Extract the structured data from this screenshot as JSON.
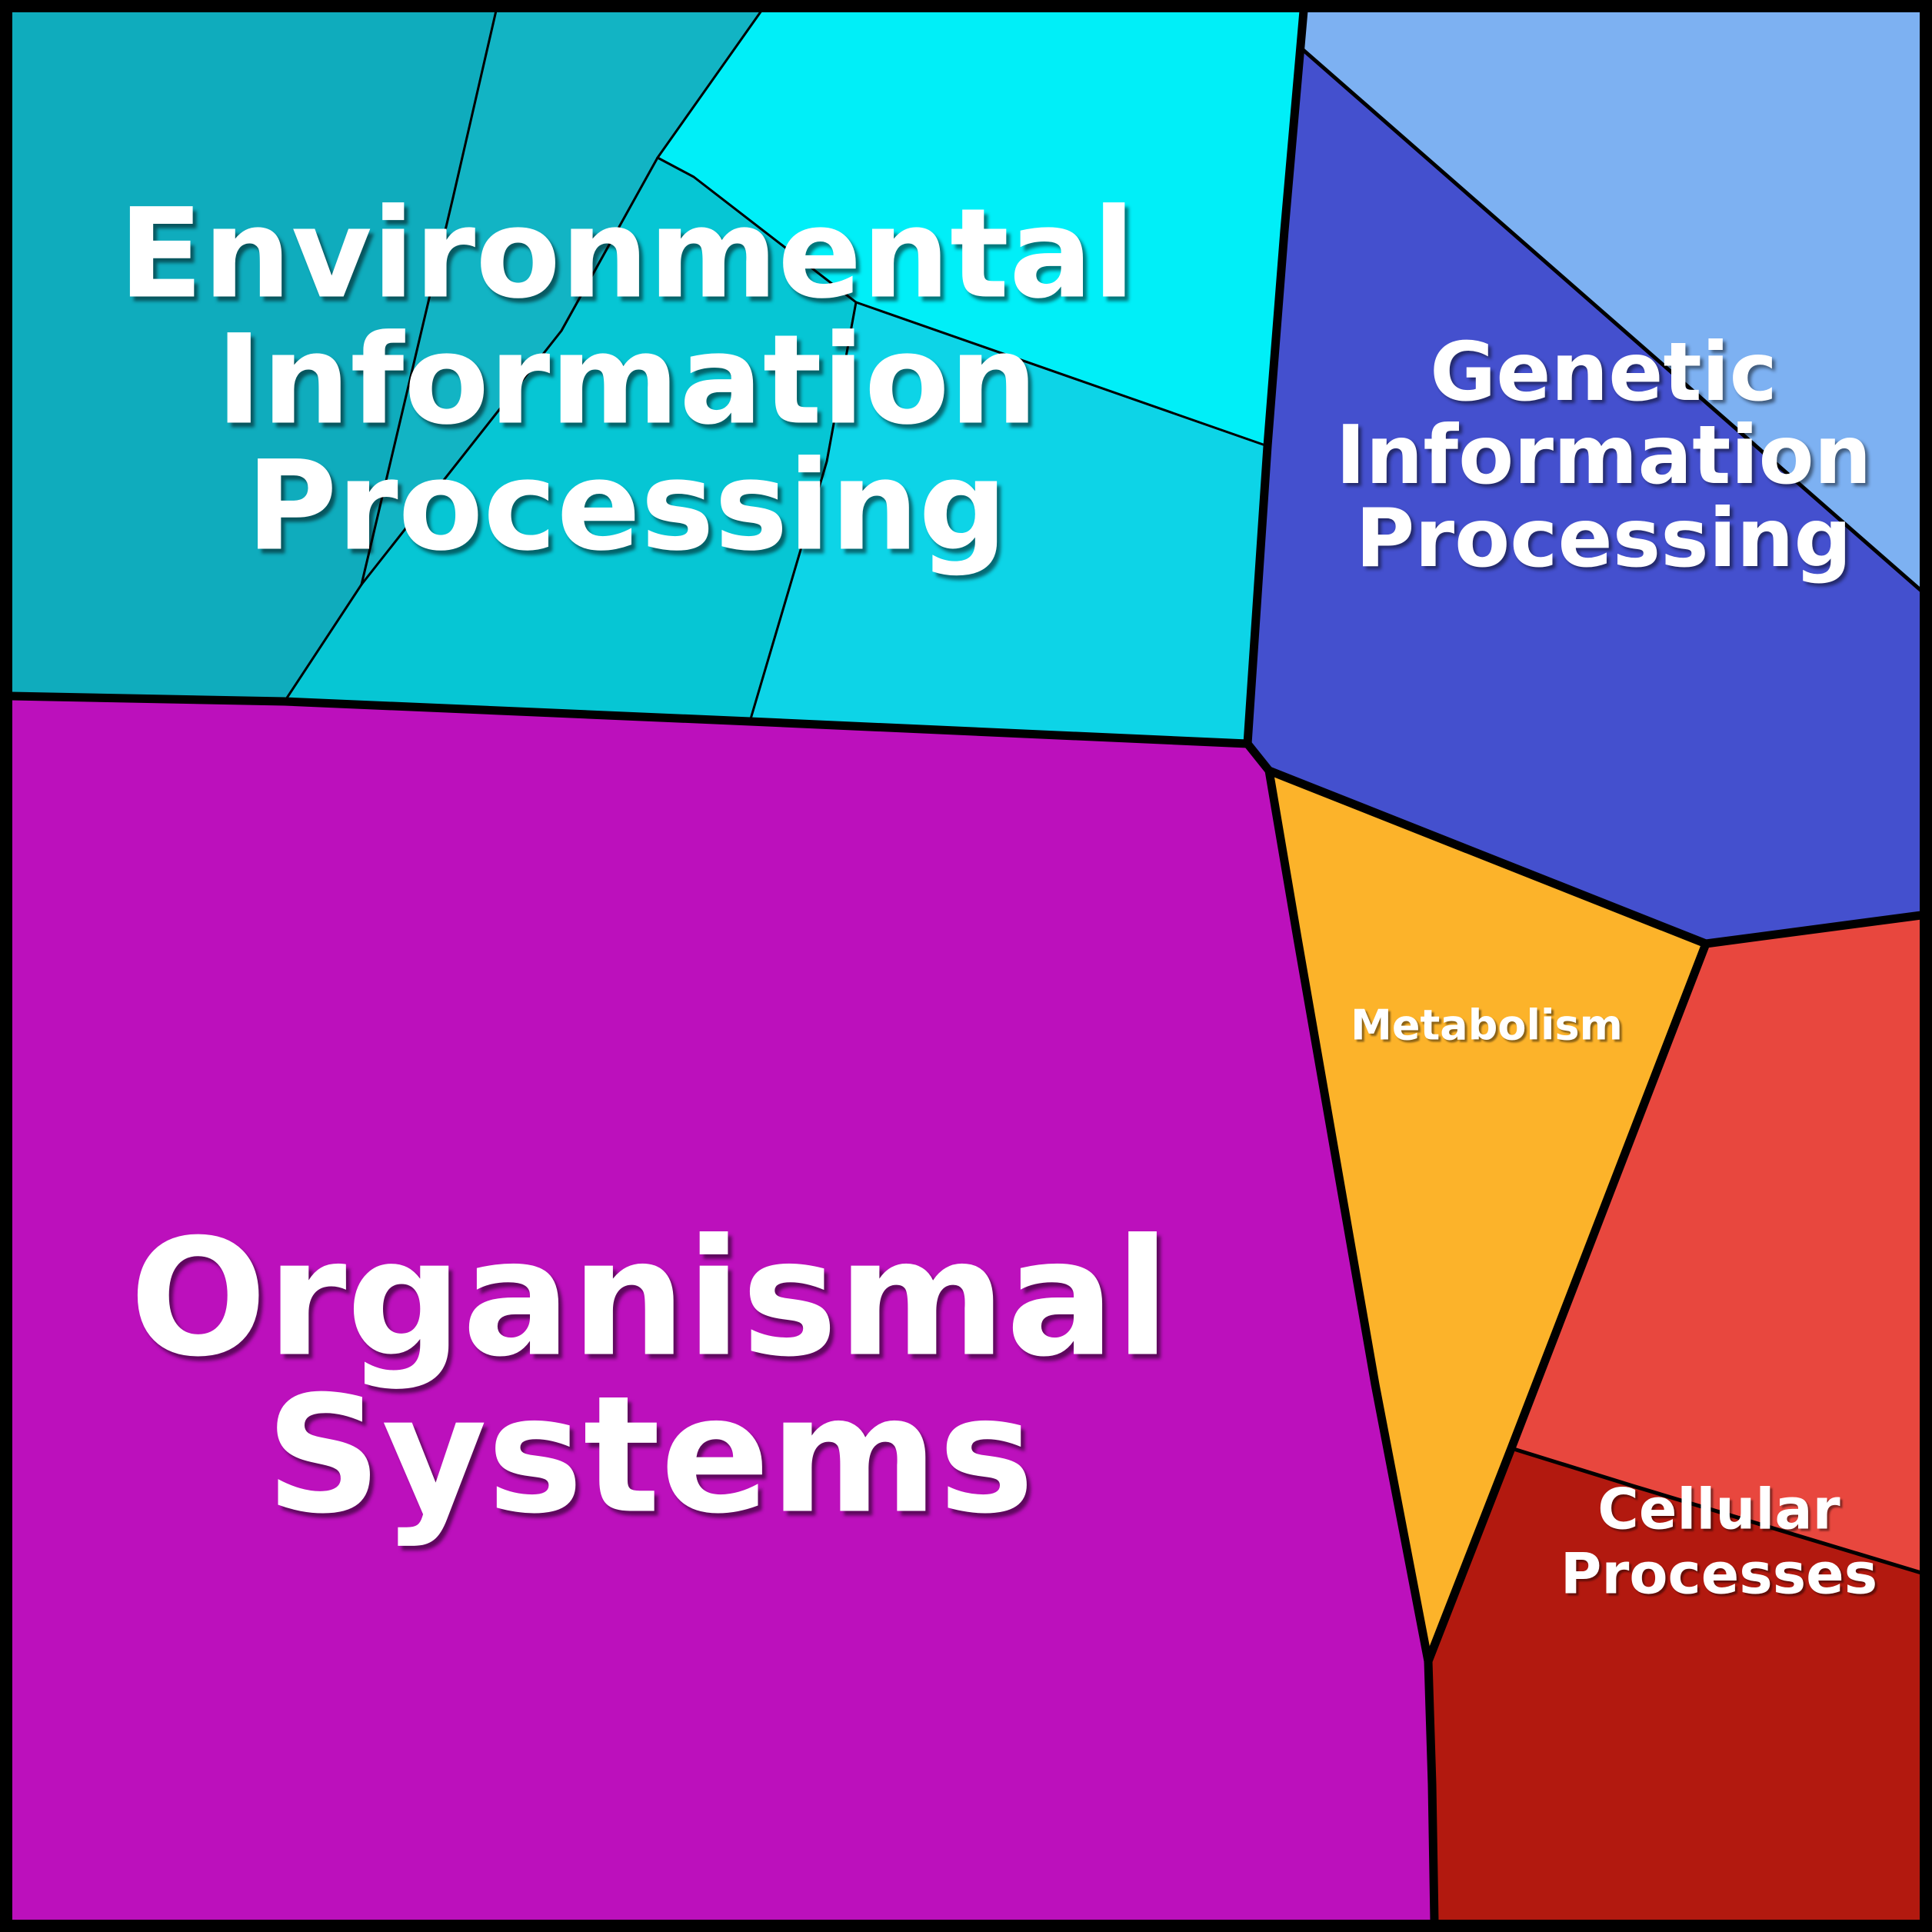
{
  "figure": {
    "kind": "voronoi-treemap",
    "description": "Polygonal treemap of KEGG pathway top-level categories",
    "background": "#000000",
    "label_color": "#FFFFFF"
  },
  "colors": {
    "env_1": "#0FACBD",
    "env_2": "#12B4C4",
    "env_3": "#06C6D4",
    "env_4": "#0DD4E7",
    "env_5": "#00EFF8",
    "gen_light": "#7DB1F2",
    "gen_royal": "#4450CE",
    "org": "#BC10BC",
    "met": "#FCB32A",
    "cell_light": "#E8473E",
    "cell_dark": "#B2190F",
    "line": "#000000",
    "label": "#FFFFFF"
  },
  "labels": {
    "environmental": [
      "Environmental",
      "Information",
      "Processing"
    ],
    "genetic": [
      "Genetic",
      "Information",
      "Processing"
    ],
    "organismal": [
      "Organismal",
      "Systems"
    ],
    "metabolism": [
      "Metabolism"
    ],
    "cellular": [
      "Cellular",
      "Processes"
    ]
  },
  "chart_data": {
    "type": "treemap",
    "variant": "voronoi",
    "title": "",
    "categories": [
      {
        "name": "Environmental Information Processing",
        "labeled": true,
        "sub_cells": 5,
        "colors": [
          "#0FACBD",
          "#12B4C4",
          "#06C6D4",
          "#0DD4E7",
          "#00EFF8"
        ],
        "position": "top-left"
      },
      {
        "name": "Genetic Information Processing",
        "labeled": true,
        "sub_cells": 2,
        "colors": [
          "#7DB1F2",
          "#4450CE"
        ],
        "position": "top-right"
      },
      {
        "name": "Organismal Systems",
        "labeled": true,
        "sub_cells": 1,
        "colors": [
          "#BC10BC"
        ],
        "position": "left-bottom"
      },
      {
        "name": "Metabolism",
        "labeled": true,
        "sub_cells": 1,
        "colors": [
          "#FCB32A"
        ],
        "position": "middle-right"
      },
      {
        "name": "Cellular Processes",
        "labeled": true,
        "sub_cells": 2,
        "colors": [
          "#E8473E",
          "#B2190F"
        ],
        "position": "bottom-right"
      }
    ],
    "values_shown": false,
    "legend": "none",
    "axes": "none"
  }
}
